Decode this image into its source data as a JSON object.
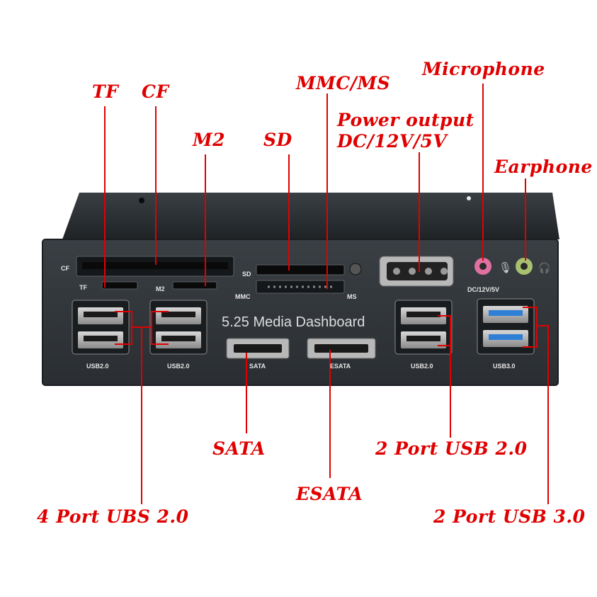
{
  "callouts": {
    "tf": "TF",
    "cf": "CF",
    "m2": "M2",
    "sd": "SD",
    "mmc_ms": "MMC/MS",
    "power_line1": "Power output",
    "power_line2": "DC/12V/5V",
    "microphone": "Microphone",
    "earphone": "Earphone",
    "sata": "SATA",
    "esata": "ESATA",
    "usb20_2port": "2 Port USB 2.0",
    "usb20_4port": "4 Port UBS 2.0",
    "usb30_2port": "2 Port USB 3.0"
  },
  "panel": {
    "title": "5.25 Media Dashboard",
    "labels": {
      "cf": "CF",
      "tf": "TF",
      "m2": "M2",
      "sd": "SD",
      "mmc": "MMC",
      "ms": "MS",
      "dc": "DC/12V/5V",
      "usb_left1": "USB2.0",
      "usb_left2": "USB2.0",
      "sata": "SATA",
      "esata": "ESATA",
      "usb_right": "USB2.0",
      "usb3": "USB3.0"
    }
  },
  "colors": {
    "callout": "#e00000",
    "panel": "#2f3438",
    "usb3_blue": "#2f7fd6",
    "mic_pink": "#e070a0",
    "ear_green": "#a8c070"
  }
}
